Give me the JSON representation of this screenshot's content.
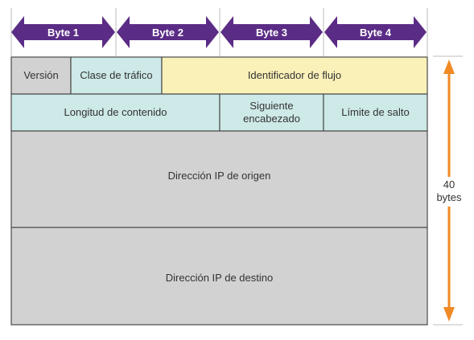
{
  "bytes": [
    "Byte 1",
    "Byte 2",
    "Byte 3",
    "Byte 4"
  ],
  "fields": {
    "version": "Versión",
    "traffic_class": "Clase de tráfico",
    "flow_label": "Identificador de flujo",
    "payload_length": "Longitud de contenido",
    "next_header": "Siguiente\nencabezado",
    "hop_limit": "Límite de salto",
    "source_address": "Dirección IP de origen",
    "destination_address": "Dirección IP de destino"
  },
  "size_label": "40\nbytes",
  "colors": {
    "byte_arrow": "#5B2C86",
    "size_arrow": "#F08A24",
    "gray_field": "#D3D2D2",
    "teal_field": "#CDE9E8",
    "yellow_field": "#FAF1B9",
    "border": "#4A4A4A",
    "guide_line": "#BDBDBD"
  }
}
